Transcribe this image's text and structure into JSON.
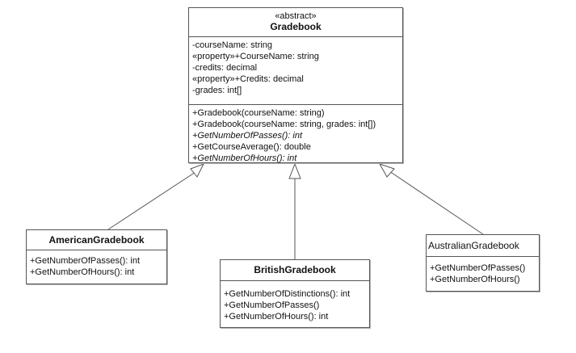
{
  "diagram": {
    "classes": {
      "gradebook": {
        "stereotype": "«abstract»",
        "name": "Gradebook",
        "fields": [
          "-courseName: string",
          "«property»+CourseName: string",
          "-credits: decimal",
          "«property»+Credits: decimal",
          "-grades: int[]"
        ],
        "methods": [
          "+Gradebook(courseName: string)",
          "+Gradebook(courseName: string, grades: int[])",
          "+GetNumberOfPasses(): int",
          "+GetCourseAverage(): double",
          "+GetNumberOfHours(): int"
        ]
      },
      "american": {
        "name": "AmericanGradebook",
        "methods": [
          "+GetNumberOfPasses(): int",
          "+GetNumberOfHours(): int"
        ]
      },
      "british": {
        "name": "BritishGradebook",
        "methods": [
          "+GetNumberOfDistinctions(): int",
          "+GetNumberOfPasses()",
          "+GetNumberOfHours(): int"
        ]
      },
      "australian": {
        "name": "AustralianGradebook",
        "methods": [
          "+GetNumberOfPasses()",
          "+GetNumberOfHours()"
        ]
      }
    },
    "relationships": [
      {
        "type": "generalization",
        "from": "AmericanGradebook",
        "to": "Gradebook"
      },
      {
        "type": "generalization",
        "from": "BritishGradebook",
        "to": "Gradebook"
      },
      {
        "type": "generalization",
        "from": "AustralianGradebook",
        "to": "Gradebook"
      }
    ],
    "colors": {
      "line": "#555555",
      "box_fill": "#ffffff",
      "text": "#111111"
    }
  }
}
